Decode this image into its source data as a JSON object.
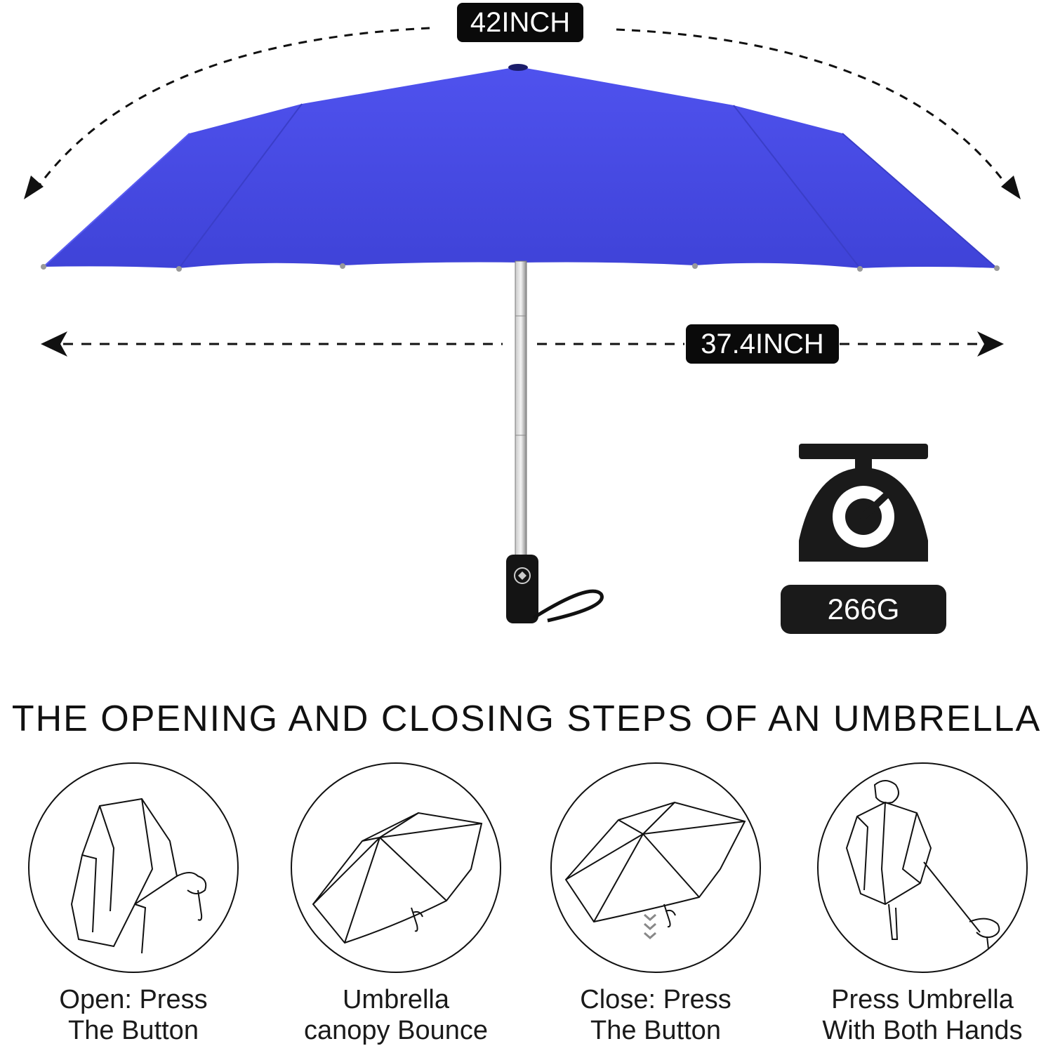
{
  "dimensions": {
    "arc_span_label": "42INCH",
    "open_width_label": "37.4INCH"
  },
  "weight": {
    "icon": "scale-icon",
    "label": "266G"
  },
  "product": {
    "canopy_color": "#4a4de8",
    "handle_icon": "open-close-button-icon"
  },
  "steps_section": {
    "title": "THE OPENING AND CLOSING STEPS OF AN UMBRELLA",
    "steps": [
      {
        "icon": "open-umbrella-hand-icon",
        "line1": "Open: Press",
        "line2": "The Button"
      },
      {
        "icon": "bounced-canopy-icon",
        "line1": "Umbrella",
        "line2": "canopy Bounce"
      },
      {
        "icon": "close-button-press-icon",
        "line1": "Close: Press",
        "line2": "The Button"
      },
      {
        "icon": "two-hand-press-icon",
        "line1": "Press Umbrella",
        "line2": "With Both Hands"
      }
    ]
  }
}
